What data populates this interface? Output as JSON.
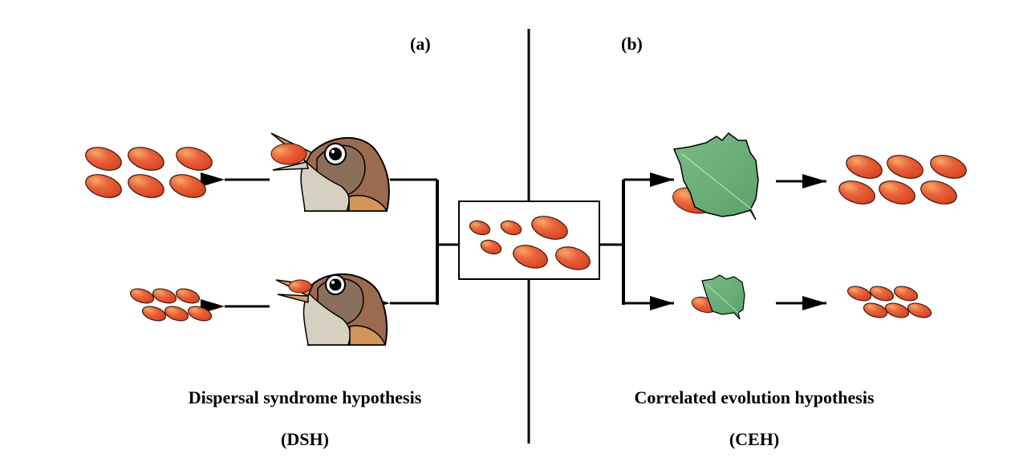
{
  "panels": [
    {
      "id": "a",
      "label": "(a)",
      "title": "Dispersal syndrome hypothesis",
      "abbrev": "(DSH)",
      "agent": "bird",
      "branches": [
        {
          "agent_size": "large",
          "seed_size": "large",
          "seed_count": 6
        },
        {
          "agent_size": "small",
          "seed_size": "small",
          "seed_count": 6
        }
      ]
    },
    {
      "id": "b",
      "label": "(b)",
      "title": "Correlated evolution hypothesis",
      "abbrev": "(CEH)",
      "agent": "leaf",
      "branches": [
        {
          "agent_size": "large",
          "seed_size": "large",
          "seed_count": 6
        },
        {
          "agent_size": "small",
          "seed_size": "small",
          "seed_count": 6
        }
      ]
    }
  ],
  "center_box": {
    "seed_count": 6,
    "content": "mixed seed sizes"
  },
  "colors": {
    "seed": "#e0502a",
    "seed_highlight": "#f59a55",
    "seed_outline": "#3a1a0a",
    "leaf": "#6fb07a",
    "leaf_dark": "#4e9060",
    "bird_head": "#9c6a4e",
    "bird_cheek": "#8a6f5a",
    "bird_throat": "#d6d0c0",
    "bird_beak": "#d89a6a",
    "bird_wing": "#d4955a",
    "line": "#000000"
  }
}
